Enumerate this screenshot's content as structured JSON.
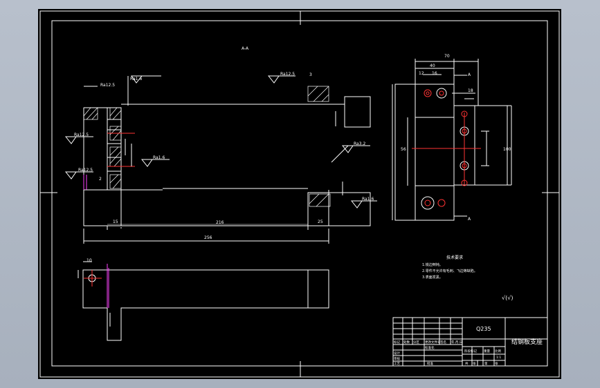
{
  "drawing": {
    "section_label": "A-A",
    "dimensions": {
      "d_216": "216",
      "d_256": "256",
      "d_25": "25",
      "d_15": "15",
      "d_40": "40",
      "d_70": "70",
      "d_16": "16",
      "d_12": "12",
      "d_18": "18",
      "d_100": "100",
      "d_10": "10",
      "d_3": "3",
      "d_2": "2",
      "d_56": "56"
    },
    "surface_finish": {
      "ra_125_top": "Ra12.5",
      "ra_16_top": "Ra1.6",
      "ra_125_left": "Ra12.5",
      "ra_16_mid": "Ra1.6",
      "ra_125_lower": "Ra12.5",
      "ra_32_right": "Ra3.2",
      "ra_16_right": "Ra1.6"
    },
    "section_marks": {
      "top": "A",
      "bottom": "A"
    },
    "tech_requirements": {
      "title": "技术要求",
      "items": [
        "1.锐边倒钝。",
        "2.零件不允许有毛刺、飞边等缺陷。",
        "3.表面发黑。"
      ]
    },
    "roughness_note": "√(√)"
  },
  "title_block": {
    "material": "Q235",
    "part_name": "结钢板支座",
    "row_labels": [
      "标记",
      "设计",
      "审核",
      "工艺"
    ],
    "header_cells": [
      "处数",
      "分区",
      "更改文件号",
      "签名",
      "年.月.日"
    ],
    "std_label": "标准化",
    "approve_label": "批准",
    "stage_labels": [
      "阶段标记",
      "重量",
      "比例"
    ],
    "scale": "1:1",
    "sheet_labels": [
      "共",
      "张",
      "第",
      "张"
    ]
  }
}
